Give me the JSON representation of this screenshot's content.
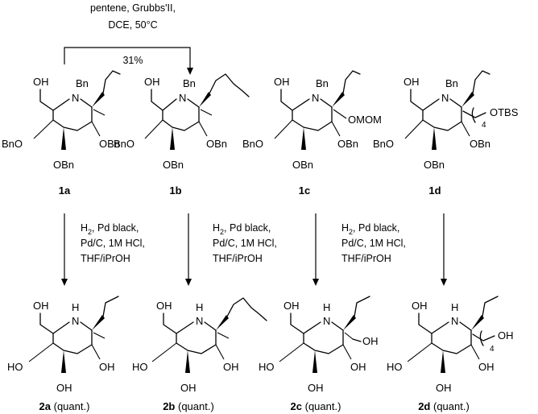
{
  "top_reaction": {
    "conditions_line1": "pentene, Grubbs'II,",
    "conditions_line2": "DCE, 50°C",
    "yield": "31%"
  },
  "conditions": {
    "line1_a": "H",
    "line1_sub": "2",
    "line1_b": ", Pd black,",
    "line2": "Pd/C, 1M HCl,",
    "line3": "THF/iPrOH"
  },
  "atoms": {
    "OH": "OH",
    "N": "N",
    "Bn": "Bn",
    "H": "H",
    "BnO": "BnO",
    "OBn": "OBn",
    "HO": "HO",
    "OMOM": "OMOM",
    "OTBS": "OTBS",
    "four": "4"
  },
  "compounds_top": [
    {
      "label": "1a"
    },
    {
      "label": "1b"
    },
    {
      "label": "1c"
    },
    {
      "label": "1d"
    }
  ],
  "compounds_bottom": [
    {
      "label": "2a",
      "note": " (quant.)"
    },
    {
      "label": "2b",
      "note": " (quant.)"
    },
    {
      "label": "2c",
      "note": " (quant.)"
    },
    {
      "label": "2d",
      "note": " (quant.)"
    }
  ]
}
